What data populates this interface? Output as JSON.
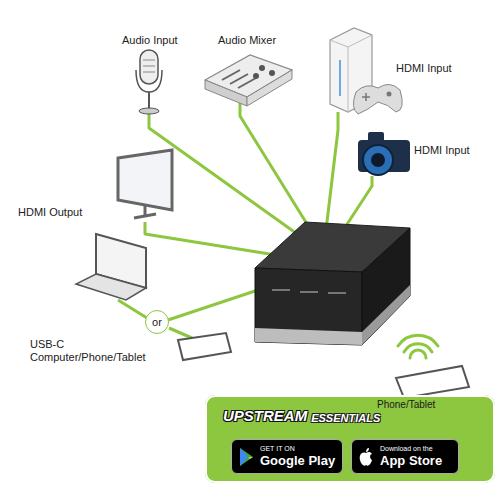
{
  "diagram": {
    "nodes": [
      {
        "text": [
          "or"
        ]
      },
      {
        "text": [
          "UPSTREAM",
          "ESSENTIALS",
          "Phone/Tablet"
        ]
      },
      {
        "text": [
          "GET IT ON",
          "Google Play"
        ],
        "in": 1
      },
      {
        "text": [
          "Download on the",
          "App Store"
        ],
        "in": 1
      }
    ],
    "labels": [
      "Audio Input",
      "Audio Mixer",
      "HDMI Input",
      "HDMI Input",
      "HDMI Output",
      "USB-C Computer/Phone/Tablet"
    ]
  }
}
